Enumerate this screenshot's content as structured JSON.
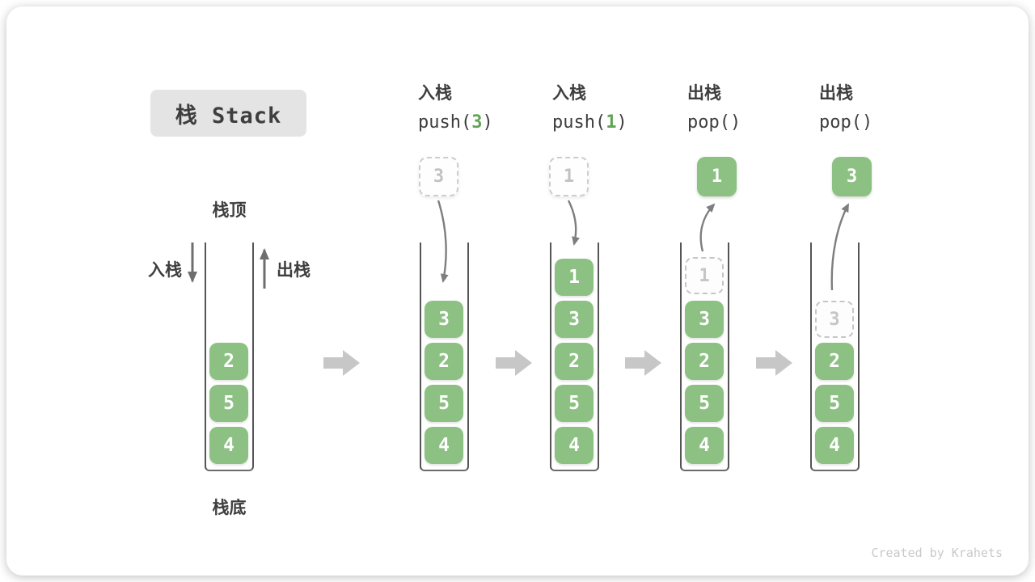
{
  "page": {
    "title_box": "栈 Stack",
    "watermark": "Created by Krahets"
  },
  "labels": {
    "stack_top": "栈顶",
    "stack_bottom": "栈底",
    "push_side": "入栈",
    "pop_side": "出栈"
  },
  "colors": {
    "cell_green": "#8DC183",
    "code_green": "#61A455",
    "title_bg": "#E4E4E4",
    "text_dark": "#3E3E3E",
    "block_arrow_gray": "#C7C7C7",
    "curve_arrow_gray": "#7E7E7E",
    "wall_gray": "#555555",
    "ghost_gray": "#C6C6C6"
  },
  "operations": [
    {
      "line1": "入栈",
      "pre": "push(",
      "num": "3",
      "post": ")"
    },
    {
      "line1": "入栈",
      "pre": "push(",
      "num": "1",
      "post": ")"
    },
    {
      "line1": "出栈",
      "pre": "pop(",
      "num": "",
      "post": ")"
    },
    {
      "line1": "出栈",
      "pre": "pop(",
      "num": "",
      "post": ")"
    }
  ],
  "stacks": [
    {
      "name": "initial",
      "cells": [
        "2",
        "5",
        "4"
      ]
    },
    {
      "name": "after-push-3",
      "cells": [
        "3",
        "2",
        "5",
        "4"
      ],
      "incoming": "3"
    },
    {
      "name": "after-push-1",
      "cells": [
        "1",
        "3",
        "2",
        "5",
        "4"
      ],
      "incoming": "1"
    },
    {
      "name": "after-pop-1",
      "cells": [
        "3",
        "2",
        "5",
        "4"
      ],
      "ghost": "1",
      "popped": "1"
    },
    {
      "name": "after-pop-3",
      "cells": [
        "2",
        "5",
        "4"
      ],
      "ghost": "3",
      "popped": "3"
    }
  ]
}
